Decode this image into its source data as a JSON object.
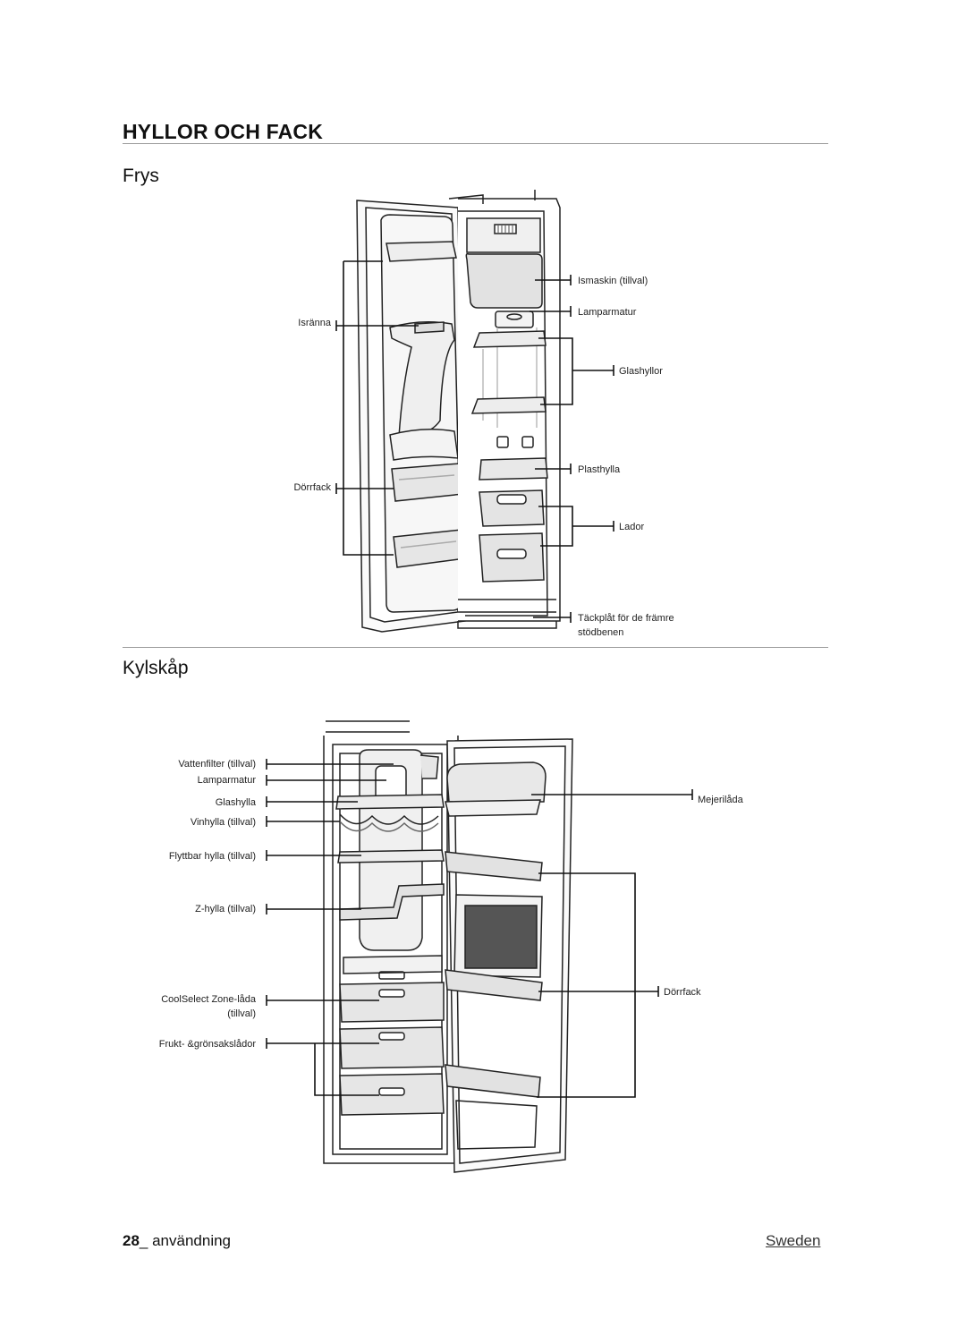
{
  "page": {
    "title": "HYLLOR OCH FACK",
    "footer": {
      "page_number": "28",
      "section": "_ användning",
      "language": "Sweden"
    }
  },
  "freezer": {
    "heading": "Frys",
    "labels": {
      "isranna": "Isränna",
      "dorrfack": "Dörrfack",
      "ismaskin": "Ismaskin (tillval)",
      "lamparmatur": "Lamparmatur",
      "glashyllor": "Glashyllor",
      "plasthylla": "Plasthylla",
      "lador": "Lador",
      "tackplat_line1": "Täckplåt för de främre",
      "tackplat_line2": "stödbenen"
    }
  },
  "fridge": {
    "heading": "Kylskåp",
    "labels": {
      "vattenfilter": "Vattenfilter (tillval)",
      "lamparmatur": "Lamparmatur",
      "glashylla": "Glashylla",
      "vinhylla": "Vinhylla (tillval)",
      "flyttbar": "Flyttbar hylla (tillval)",
      "zhylla": "Z-hylla (tillval)",
      "coolselect_line1": "CoolSelect Zone-låda",
      "coolselect_line2": "(tillval)",
      "frukt": "Frukt- &grönsakslådor",
      "mejerilada": "Mejerilåda",
      "dorrfack": "Dörrfack"
    }
  }
}
